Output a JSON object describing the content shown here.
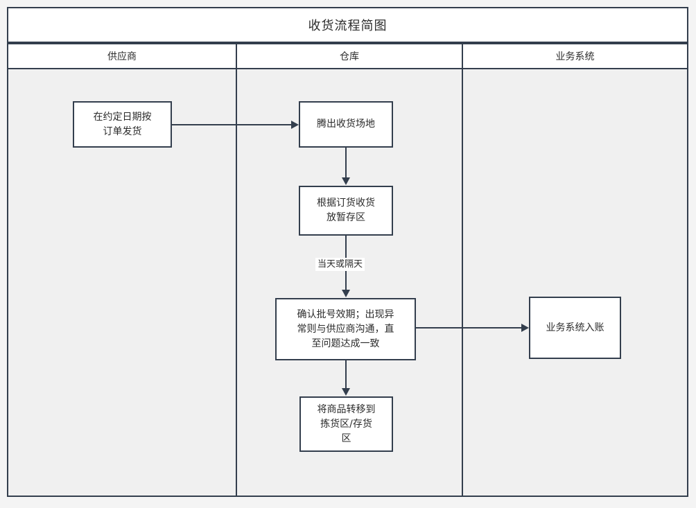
{
  "diagram": {
    "title": "收货流程简图",
    "background_color": "#f0f0f0",
    "line_color": "#333e4d",
    "node_fill": "#ffffff",
    "lanes": [
      {
        "name": "lane-supplier",
        "label": "供应商"
      },
      {
        "name": "lane-warehouse",
        "label": "仓库"
      },
      {
        "name": "lane-business-system",
        "label": "业务系统"
      }
    ],
    "nodes": [
      {
        "id": "n1",
        "lane": "供应商",
        "label": "在约定日期按\n订单发货"
      },
      {
        "id": "n2",
        "lane": "仓库",
        "label": "腾出收货场地"
      },
      {
        "id": "n3",
        "lane": "仓库",
        "label": "根据订货收货\n放暂存区"
      },
      {
        "id": "n4",
        "lane": "仓库",
        "label": "确认批号效期；出现异\n常则与供应商沟通，直\n至问题达成一致"
      },
      {
        "id": "n5",
        "lane": "仓库",
        "label": "将商品转移到\n拣货区/存货\n区"
      },
      {
        "id": "n6",
        "lane": "业务系统",
        "label": "业务系统入账"
      }
    ],
    "edges": [
      {
        "from": "n1",
        "to": "n2",
        "label": ""
      },
      {
        "from": "n2",
        "to": "n3",
        "label": ""
      },
      {
        "from": "n3",
        "to": "n4",
        "label": "当天或隔天"
      },
      {
        "from": "n4",
        "to": "n6",
        "label": ""
      },
      {
        "from": "n4",
        "to": "n5",
        "label": ""
      }
    ]
  }
}
